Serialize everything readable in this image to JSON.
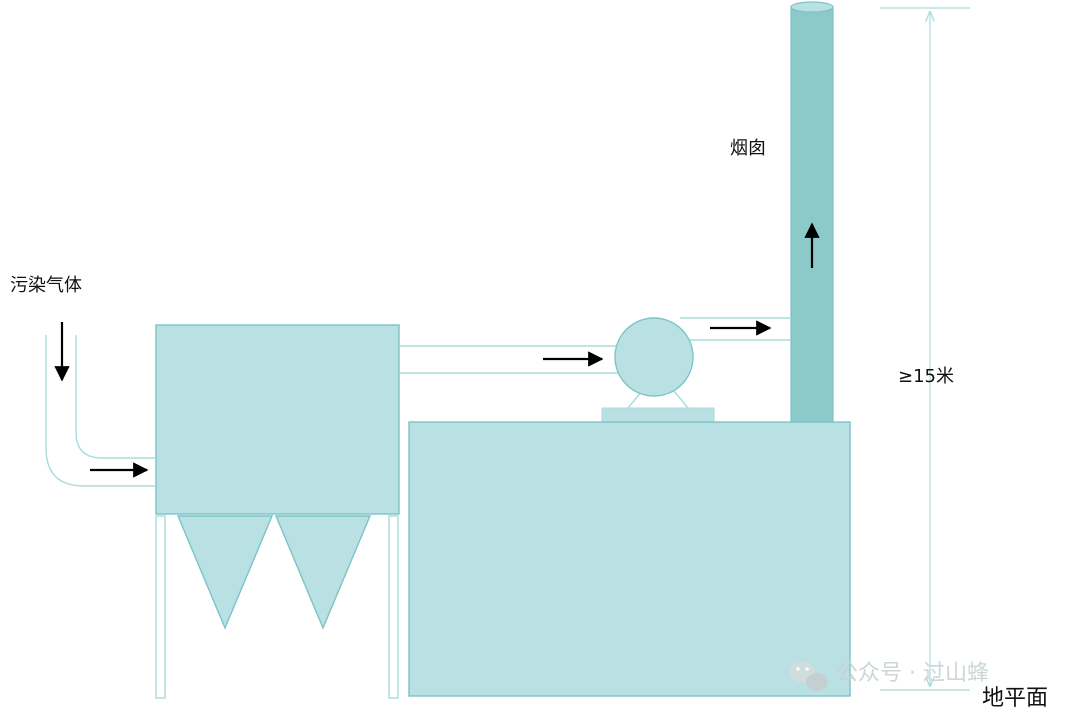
{
  "labels": {
    "inlet_gas": "污染气体",
    "chimney": "烟囱",
    "height": "≥15米",
    "ground": "地平面"
  },
  "watermark": {
    "text": "公众号 · 过山蜂"
  },
  "colors": {
    "fill": "#b9e0e2",
    "stroke": "#7cc3c5",
    "chimney_fill": "#8ccaca",
    "arrow": "#000000",
    "dim_line": "#a9dcdc"
  }
}
